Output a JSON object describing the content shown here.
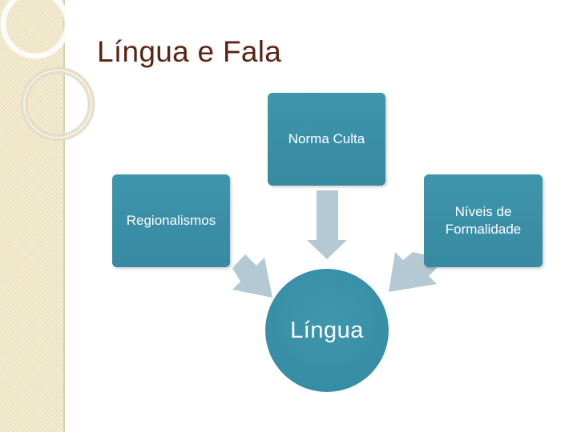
{
  "slide": {
    "title": "Língua e Fala"
  },
  "diagram": {
    "top_node": "Norma Culta",
    "left_node": "Regionalismos",
    "right_node": "Níveis de\nFormalidade",
    "center_node": "Língua"
  },
  "colors": {
    "title": "#5a2414",
    "node_fill": "#3a8ea6",
    "arrow_fill": "#b4c9d3",
    "sidebar": "#f4ecd2"
  }
}
